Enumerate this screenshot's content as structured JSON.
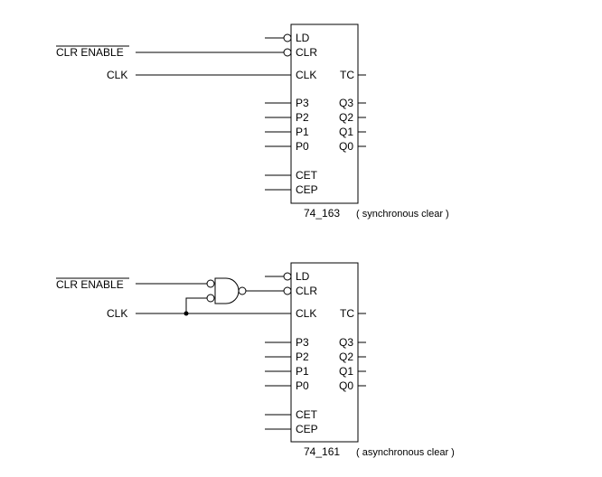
{
  "circuit_top": {
    "external_inputs": {
      "clr_enable": "CLR ENABLE",
      "clk": "CLK"
    },
    "chip": {
      "part": "74_163",
      "note": "( synchronous clear )",
      "pins_left": {
        "ld": "LD",
        "clr": "CLR",
        "clk": "CLK",
        "p3": "P3",
        "p2": "P2",
        "p1": "P1",
        "p0": "P0",
        "cet": "CET",
        "cep": "CEP"
      },
      "pins_right": {
        "tc": "TC",
        "q3": "Q3",
        "q2": "Q2",
        "q1": "Q1",
        "q0": "Q0"
      }
    }
  },
  "circuit_bottom": {
    "external_inputs": {
      "clr_enable": "CLR ENABLE",
      "clk": "CLK"
    },
    "chip": {
      "part": "74_161",
      "note": "( asynchronous clear )",
      "pins_left": {
        "ld": "LD",
        "clr": "CLR",
        "clk": "CLK",
        "p3": "P3",
        "p2": "P2",
        "p1": "P1",
        "p0": "P0",
        "cet": "CET",
        "cep": "CEP"
      },
      "pins_right": {
        "tc": "TC",
        "q3": "Q3",
        "q2": "Q2",
        "q1": "Q1",
        "q0": "Q0"
      }
    }
  }
}
